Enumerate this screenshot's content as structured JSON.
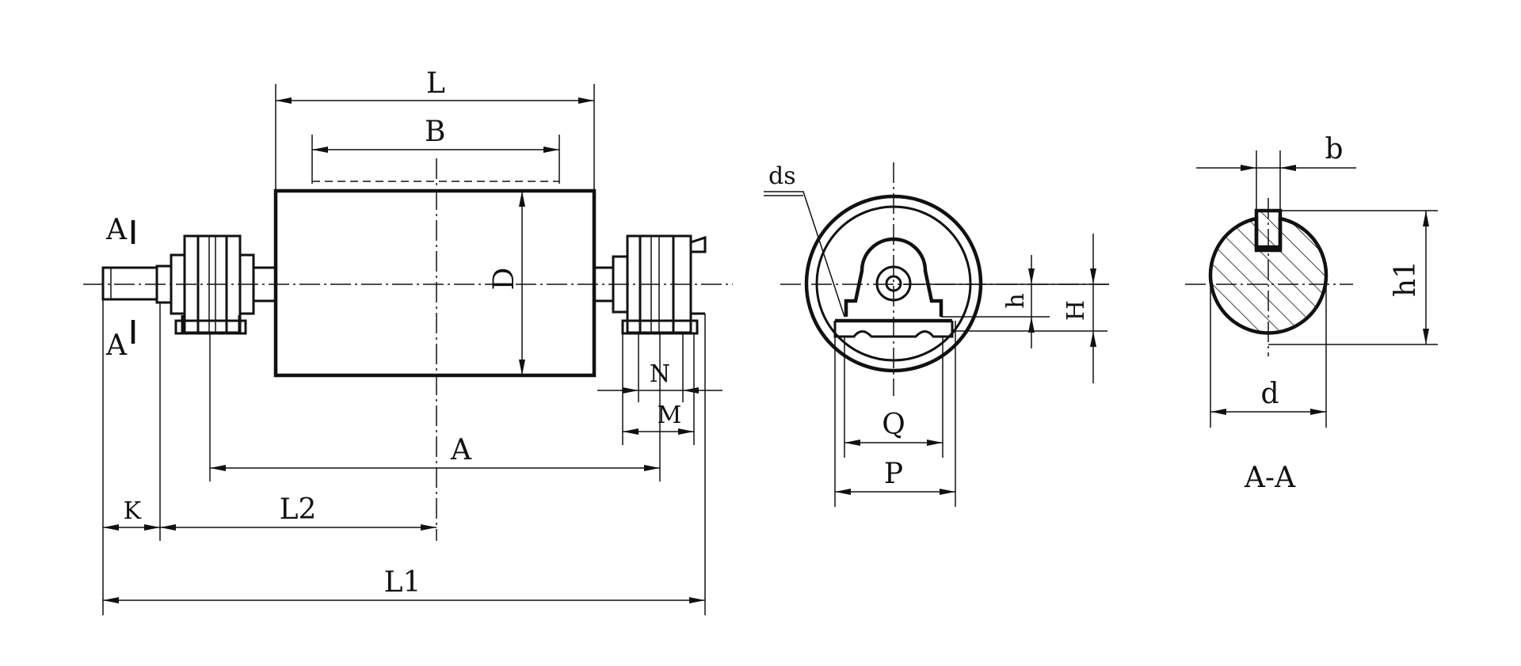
{
  "labels": {
    "L": "L",
    "B": "B",
    "D": "D",
    "A_section_top": "A",
    "A_section_bottom": "A",
    "A_dim": "A",
    "N": "N",
    "M": "M",
    "K": "K",
    "L2": "L2",
    "L1": "L1",
    "ds": "ds",
    "h": "h",
    "H": "H",
    "Q": "Q",
    "P": "P",
    "b": "b",
    "h1": "h1",
    "d": "d",
    "section_title": "A-A"
  }
}
